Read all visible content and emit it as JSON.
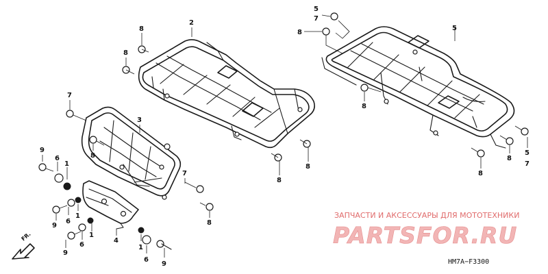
{
  "diagram": {
    "code": "HM7A−F3300",
    "front_marker": "FR.",
    "watermark": {
      "caption": "ЗАПЧАСТИ И АКСЕССУАРЫ ДЛЯ МОТОТЕХНИКИ",
      "logo": "PARTSFOR.RU"
    },
    "callouts": {
      "top_5": "5",
      "top_7": "7",
      "top_8": "8",
      "rack_rear_5": "5",
      "rr_bolt_8a": "8",
      "rr_bolt_8b": "8",
      "rr_bolt_8c": "8",
      "rr_side_5": "5",
      "rr_side_7": "7",
      "rack_front_2": "2",
      "fr_bolt_8a": "8",
      "fr_bolt_8b": "8",
      "fr_bolt_8c": "8",
      "fr_bolt_8d": "8",
      "carrier_3": "3",
      "c_bolt_7a": "7",
      "c_bolt_8a": "8",
      "c_bolt_7b": "7",
      "c_bolt_8b": "8",
      "bracket_4": "4",
      "left_9a": "9",
      "left_6a": "6",
      "left_1a": "1",
      "left_9b": "9",
      "left_6b": "6",
      "left_1b": "1",
      "left_9c": "9",
      "left_6c": "6",
      "left_1c": "1",
      "bot_1": "1",
      "bot_6": "6",
      "bot_9": "9"
    }
  }
}
